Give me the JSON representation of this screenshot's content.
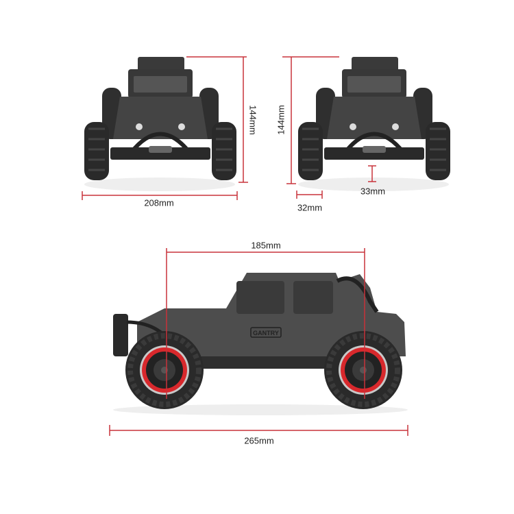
{
  "title": "RC truck dimensions",
  "dimensions": {
    "front_height": "144mm",
    "front_width": "208mm",
    "front2_height": "144mm",
    "ground_clearance": "33mm",
    "tire_width": "32mm",
    "wheelbase": "185mm",
    "length": "265mm"
  },
  "logo_text": "GANTRY",
  "colors": {
    "dimension_line": "#c8323a",
    "body": "#4a4a4a",
    "rim": "#d8282c",
    "tire": "#2a2a2a"
  }
}
